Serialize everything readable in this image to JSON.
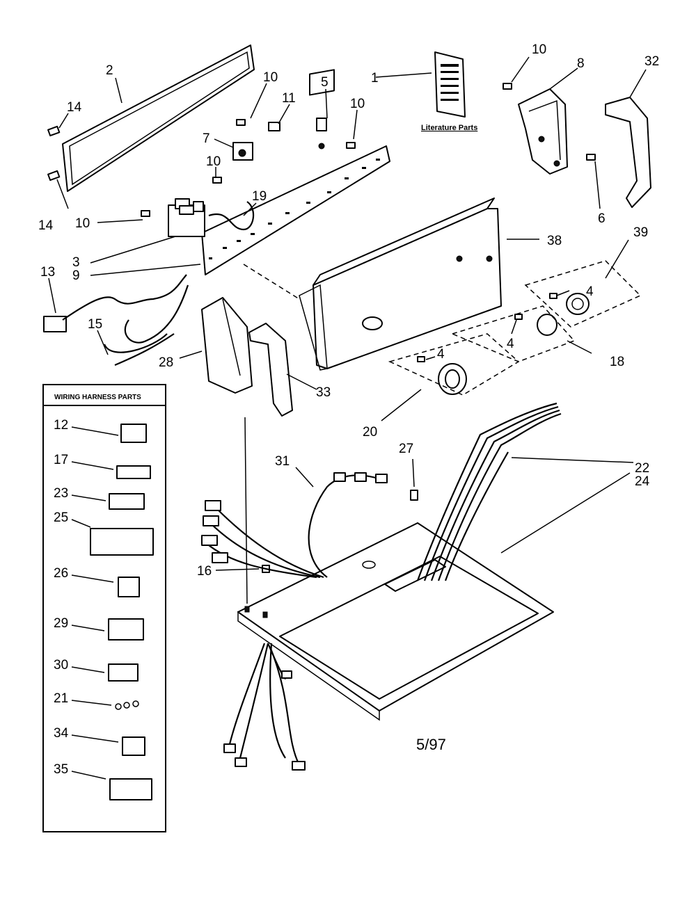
{
  "diagram": {
    "revision": "5/97",
    "literature_label": "Literature Parts",
    "harness_box_title": "WIRING HARNESS PARTS",
    "callouts": {
      "c1": "1",
      "c2": "2",
      "c3": "3",
      "c4a": "4",
      "c4b": "4",
      "c4c": "4",
      "c5": "5",
      "c6": "6",
      "c7": "7",
      "c8": "8",
      "c9": "9",
      "c10a": "10",
      "c10b": "10",
      "c10c": "10",
      "c10d": "10",
      "c10e": "10",
      "c11": "11",
      "c13": "13",
      "c14a": "14",
      "c14b": "14",
      "c15": "15",
      "c16": "16",
      "c18": "18",
      "c19": "19",
      "c20": "20",
      "c22": "22",
      "c24": "24",
      "c27": "27",
      "c28": "28",
      "c31": "31",
      "c32": "32",
      "c33": "33",
      "c38": "38",
      "c39": "39"
    },
    "harness_parts": [
      "12",
      "17",
      "23",
      "25",
      "26",
      "29",
      "30",
      "21",
      "34",
      "35"
    ]
  }
}
